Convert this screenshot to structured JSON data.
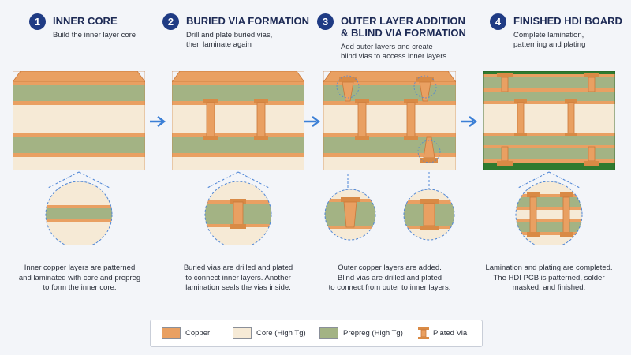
{
  "steps": [
    {
      "number": "1",
      "title": "INNER CORE",
      "title_line2": "",
      "subtitle": "Build the inner layer core",
      "subtitle_line2": "",
      "description": [
        "Inner copper layers are patterned",
        "and laminated with core and prepreg",
        "to form the inner core."
      ]
    },
    {
      "number": "2",
      "title": "BURIED VIA FORMATION",
      "title_line2": "",
      "subtitle": "Drill and plate buried vias,",
      "subtitle_line2": "then laminate again",
      "description": [
        "Buried vias are drilled and plated",
        "to connect inner layers. Another",
        "lamination seals the vias inside."
      ]
    },
    {
      "number": "3",
      "title": "OUTER LAYER ADDITION",
      "title_line2": "& BLIND VIA FORMATION",
      "subtitle": "Add outer layers and create",
      "subtitle_line2": "blind vias to access inner layers",
      "description": [
        "Outer copper layers are added.",
        "Blind vias are drilled and plated",
        "to connect from outer to inner layers."
      ]
    },
    {
      "number": "4",
      "title": "FINISHED HDI BOARD",
      "title_line2": "",
      "subtitle": "Complete lamination,",
      "subtitle_line2": "patterning and plating",
      "description": [
        "Lamination and plating are completed.",
        "The HDI PCB is patterned, solder",
        "masked, and finished."
      ]
    }
  ],
  "legend": [
    {
      "label": "Copper",
      "color": "#e9a062"
    },
    {
      "label": "Core (High Tg)",
      "color": "#f6ead6"
    },
    {
      "label": "Prepreg (High Tg)",
      "color": "#a3b384"
    },
    {
      "label": "Plated Via",
      "color": "#d98a45"
    }
  ],
  "colors": {
    "copper": "#e9a062",
    "copper_dark": "#c9783a",
    "core": "#f6ead6",
    "prepreg": "#a3b384",
    "solder_mask": "#2f7a2f",
    "accent": "#1f3b84",
    "arrow": "#3b7fd6",
    "zoom_dash": "#4f86d6"
  }
}
